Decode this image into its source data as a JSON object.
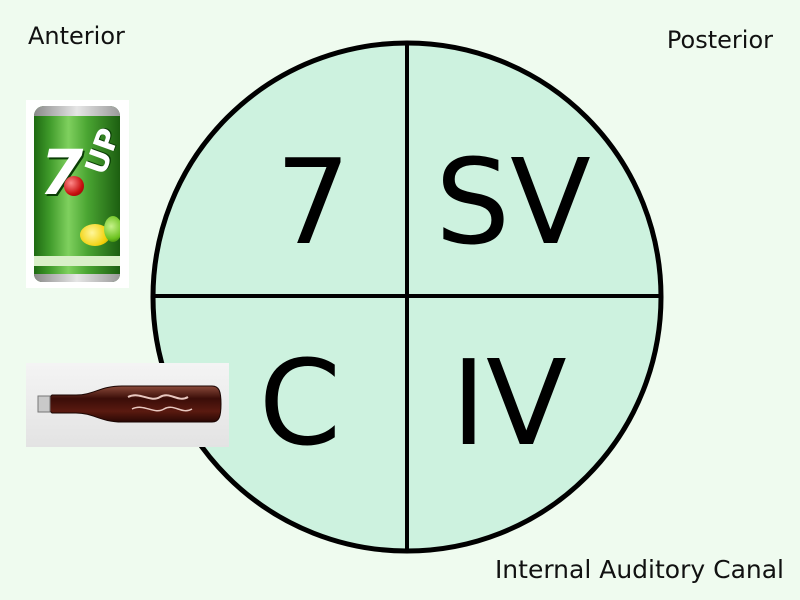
{
  "labels": {
    "anterior": "Anterior",
    "posterior": "Posterior",
    "canal": "Internal Auditory Canal"
  },
  "quadrants": {
    "top_left": "7",
    "top_right": "SV",
    "bottom_left": "C",
    "bottom_right": "IV"
  },
  "images": {
    "can": "7UP soda can",
    "bottle": "Coca-Cola bottle"
  },
  "can_text": {
    "seven": "7",
    "up": "UP"
  },
  "colors": {
    "background": "#effbef",
    "circle_fill": "#cdf2df",
    "stroke": "#000000"
  }
}
